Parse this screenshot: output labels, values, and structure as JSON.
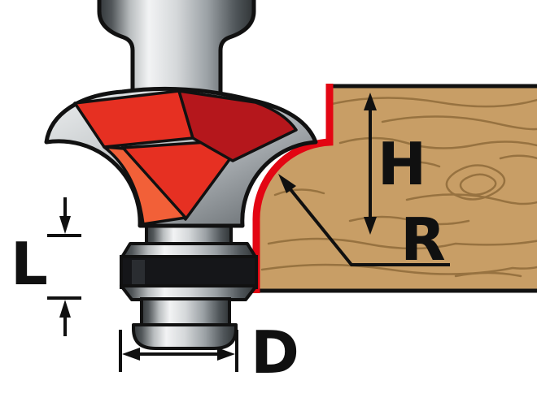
{
  "diagram": {
    "type": "router-bit-roundover-profile",
    "labels": {
      "height": "H",
      "radius": "R",
      "length": "L",
      "diameter": "D"
    },
    "colors": {
      "profile_red": "#e30613",
      "cutter_red": "#e63022",
      "cutter_dark_red": "#b5171c",
      "cutter_orange": "#f26038",
      "wood": "#c89e66",
      "wood_grain": "#8f6b3a",
      "bearing_black": "#151619",
      "outline": "#111111"
    }
  }
}
